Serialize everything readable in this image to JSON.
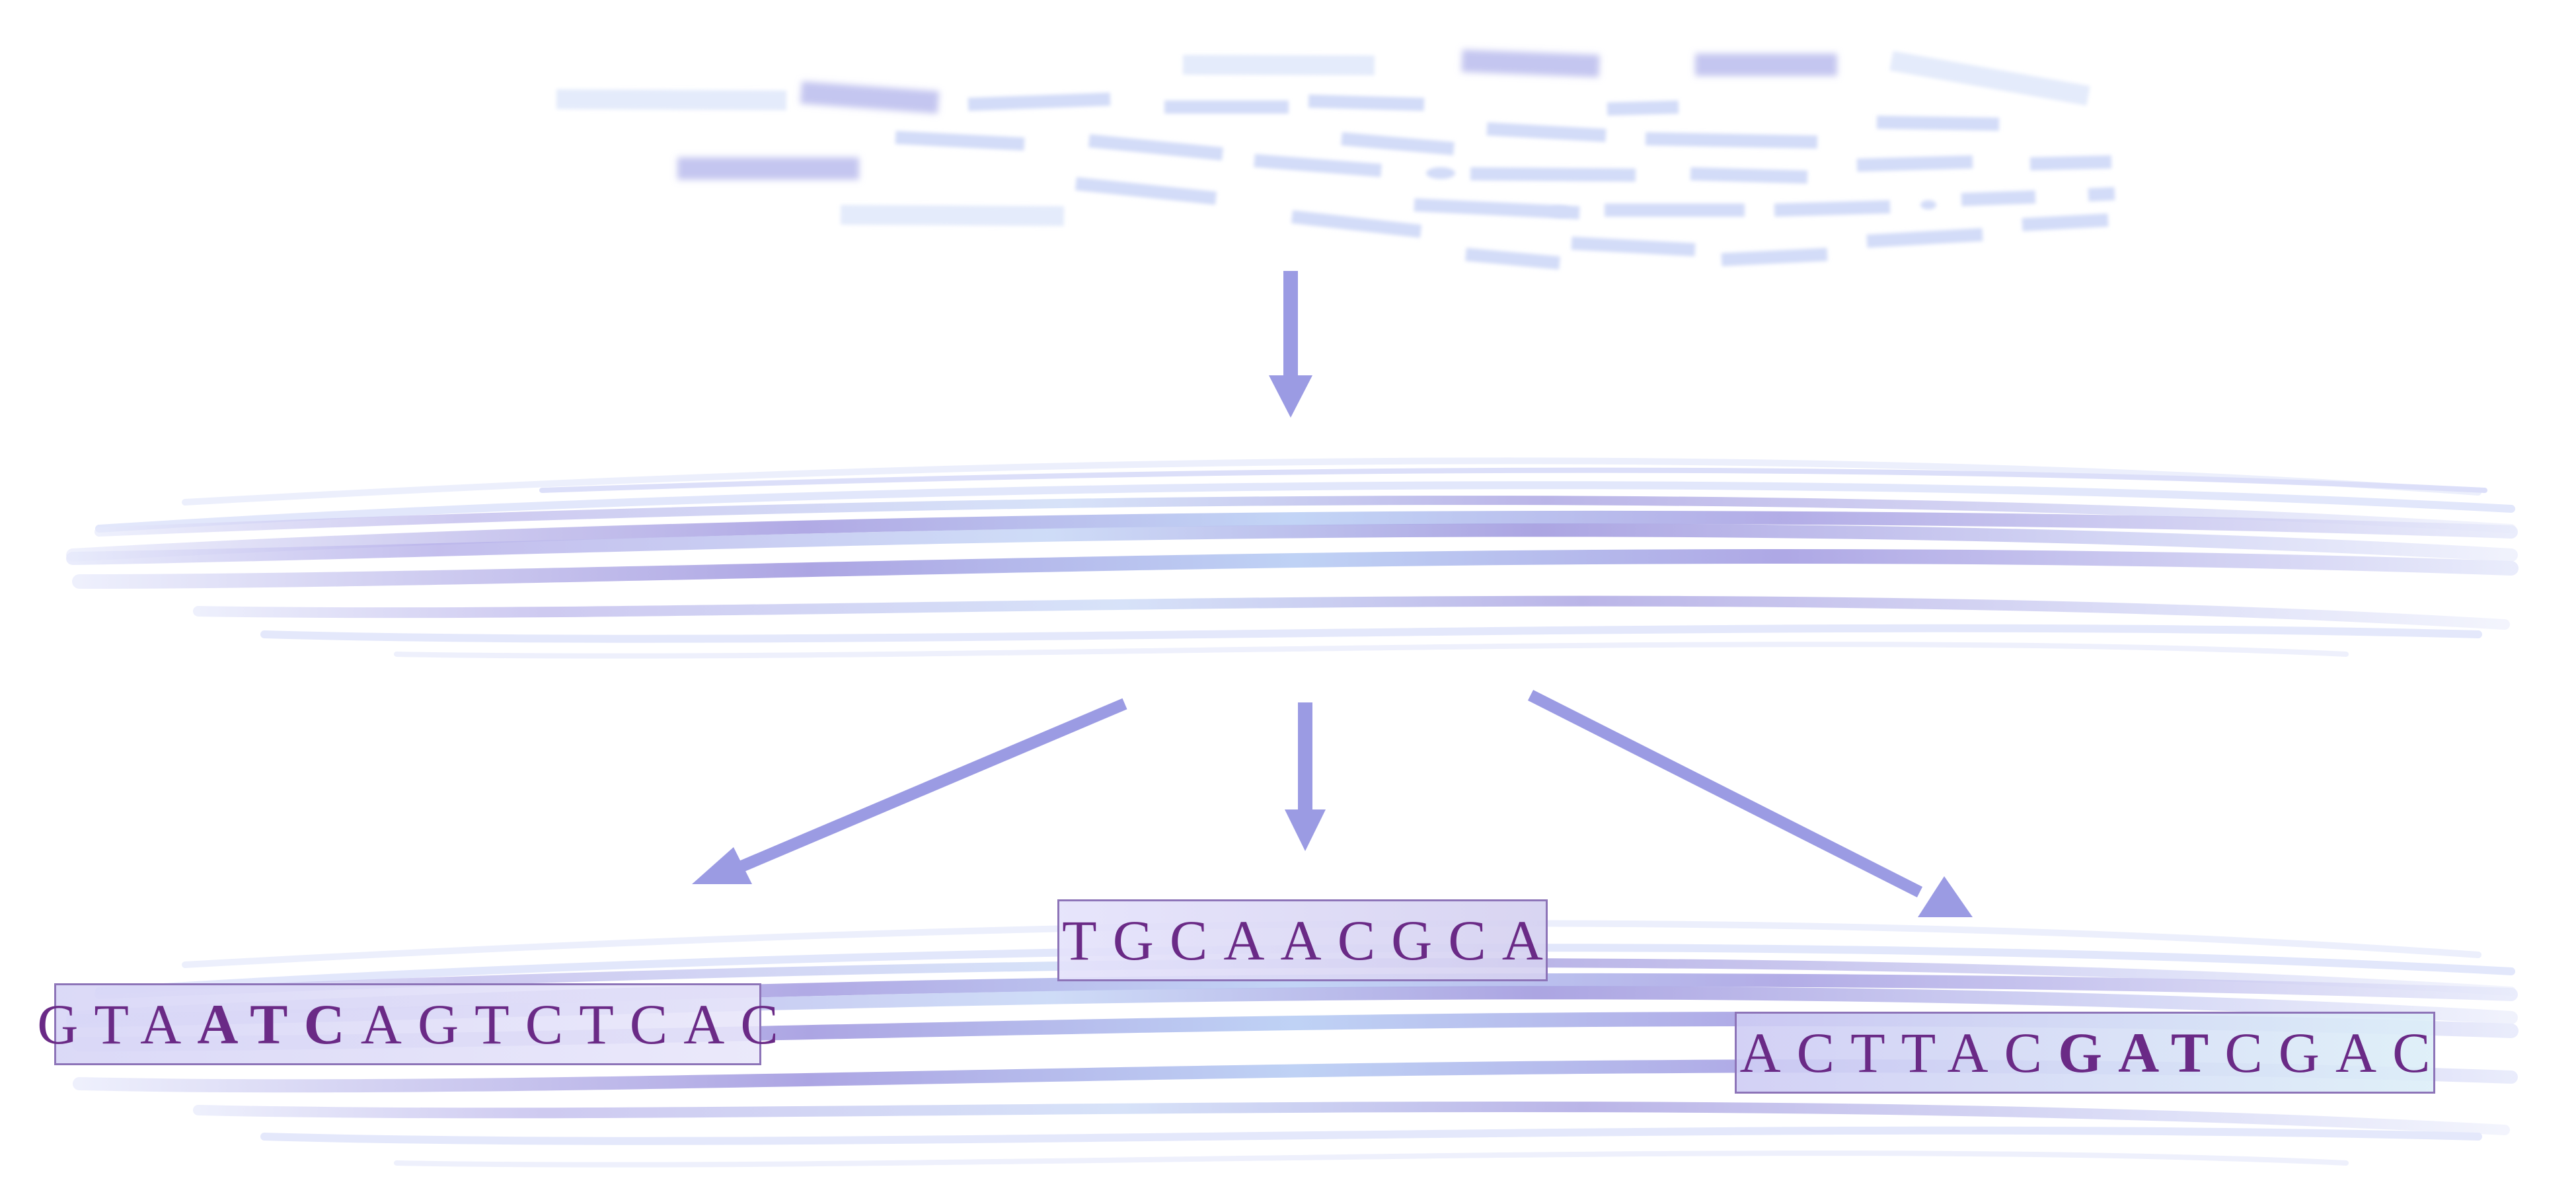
{
  "colors": {
    "arrow": "#9b9be3",
    "sequence_text": "#6a2a86",
    "strand_dark": "#9a92dc",
    "strand_light": "#cfdcf8"
  },
  "sequences": {
    "left": {
      "pre": "GTA",
      "bold": "ATC",
      "post": "AGTCTCAC"
    },
    "middle": {
      "text": "TGCAACGCA"
    },
    "right": {
      "pre": "ACTTAC",
      "bold": "GAT",
      "post": "CGAC"
    }
  }
}
